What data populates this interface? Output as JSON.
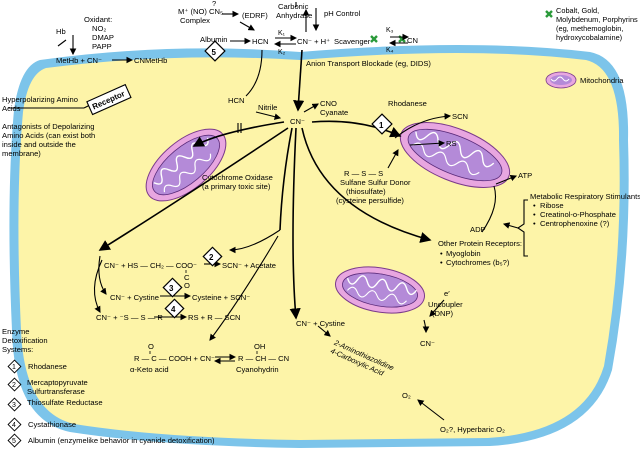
{
  "top": {
    "question_mark": "?",
    "nitrosyl_complex": "M⁺ (NO) CN₅",
    "complex_label": "Complex",
    "edrf": "(EDRF)",
    "carbonic": "Carbonic",
    "anhydrase": "Anhydrase",
    "ph_control": "pH Control",
    "oxidant": "Oxidant:",
    "oxidant_no2": "NO₂",
    "oxidant_dmap": "DMAP",
    "oxidant_papp": "PAPP",
    "hb": "Hb",
    "methb": "MetHb + CN⁻",
    "cnmethb": "CNMetHb",
    "albumin": "Albumin",
    "hcn_top": "HCN",
    "k1": "K₁",
    "k2": "K₂",
    "cn_h": "CN⁻ + H⁺",
    "scavenger": "Scavenger",
    "k3": "K₃",
    "k4": "K₄",
    "xcn": "CN",
    "anion_blockade": "Anion Transport Blockade (eg, DIDS)",
    "cobalt_legend": "Cobalt, Gold, Molybdenum, Porphyrins (eg, methemoglobin, hydroxycobalamine)",
    "mitochondria_label": "Mitochondria"
  },
  "left": {
    "hyperpolarizing": "Hyperpolarizing Amino Acids",
    "receptor": "Receptor",
    "antagonists": "Antagonists of Depolarizing Amino Acids (can exist both inside and outside the membrane)"
  },
  "cell": {
    "hcn": "HCN",
    "nitrile": "Nitrile",
    "cn_center": "CN⁻",
    "cno": "CNO",
    "cyanate": "Cyanate",
    "rhodanese": "Rhodanese",
    "scn": "SCN",
    "rs": "RS",
    "sulfane_formula": "R — S — S",
    "sulfane_donor": "Sulfane Sulfur Donor",
    "thiosulfate": "(thiosulfate)",
    "cysteine_persulfide": "(cysteine persulfide)",
    "cytochrome_oxidase": "Cytochrome Oxidase",
    "primary_toxic": "(a primary toxic site)",
    "atp": "ATP",
    "adp": "ADP",
    "metabolic_title": "Metabolic Respiratory Stimulants:",
    "stimulants": [
      "Ribose",
      "Creatinol-o-Phosphate",
      "Centrophenoxine (?)"
    ],
    "other_receptors": "Other Protein Receptors:",
    "receptors": [
      "Myoglobin",
      "Cytochromes (b₅?)"
    ],
    "e_prime": "e′",
    "uncoupler": "Uncoupler",
    "dnp": "(DNP)",
    "cn_bottom": "CN⁻",
    "reaction1_left": "CN⁻ + HS — CH₂ — COO⁻",
    "reaction1_carbonyl": "C",
    "reaction1_o": "O",
    "reaction1_right": "SCN⁻ + Acetate",
    "reaction2_left": "CN⁻ + Cystine",
    "reaction2_right": "Cysteine + SCN⁻",
    "reaction3_left": "CN⁻ + ⁻S — S — R",
    "reaction3_right": "RS + R — SCN",
    "reaction4": "CN⁻ + Cystine",
    "aminothiazolidine": "2-Aminothiazolidine",
    "carboxylic": "4-Carboxylic Acid",
    "keto_formula": "R — C — COOH + CN⁻",
    "keto_o": "O",
    "cyanohydrin_formula": "R — CH — CN",
    "cyanohydrin_oh": "OH",
    "keto_acid": "α-Keto acid",
    "cyanohydrin": "Cyanohydrin",
    "o2": "O₂",
    "hyperbaric": "O₂?, Hyperbaric O₂"
  },
  "badges": [
    "1",
    "2",
    "3",
    "4",
    "5"
  ],
  "enzyme_legend": {
    "title_1": "Enzyme",
    "title_2": "Detoxification",
    "title_3": "Systems:",
    "items": [
      {
        "num": "1",
        "label": "Rhodanese"
      },
      {
        "num": "2",
        "label": "Mercaptopyruvate Sulfurtransferase"
      },
      {
        "num": "3",
        "label": "Thiosulfate Reductase"
      },
      {
        "num": "4",
        "label": "Cystathionase"
      },
      {
        "num": "5",
        "label": "Albumin (enzymelike behavior in cyanide detoxification)"
      }
    ]
  },
  "colors": {
    "cell_fill": "#fdf4a8",
    "membrane": "#7cc4ea",
    "mito_fill": "#e8a6e0",
    "mito_inner": "#b48ad8",
    "scavenger_green": "#2a9a3a"
  }
}
